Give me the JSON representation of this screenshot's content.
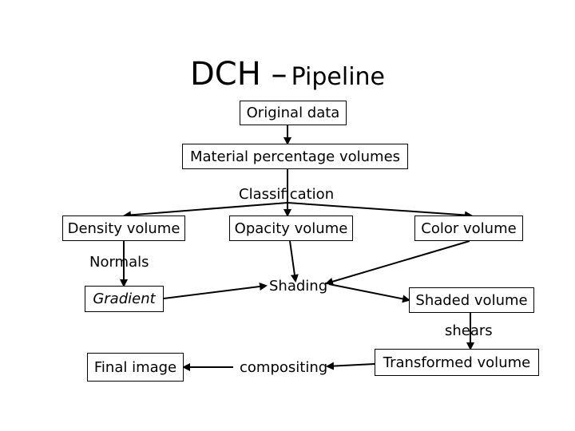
{
  "title": {
    "main": "DCH –",
    "sub": "Pipeline"
  },
  "nodes": {
    "original_data": "Original data",
    "material_percentage_volumes": "Material percentage volumes",
    "density_volume": "Density volume",
    "opacity_volume": "Opacity volume",
    "color_volume": "Color volume",
    "gradient": "Gradient",
    "shaded_volume": "Shaded volume",
    "final_image": "Final image",
    "transformed_volume": "Transformed volume"
  },
  "labels": {
    "classification": "Classification",
    "normals": "Normals",
    "shading": "Shading",
    "shears": "shears",
    "compositing": "compositing"
  }
}
